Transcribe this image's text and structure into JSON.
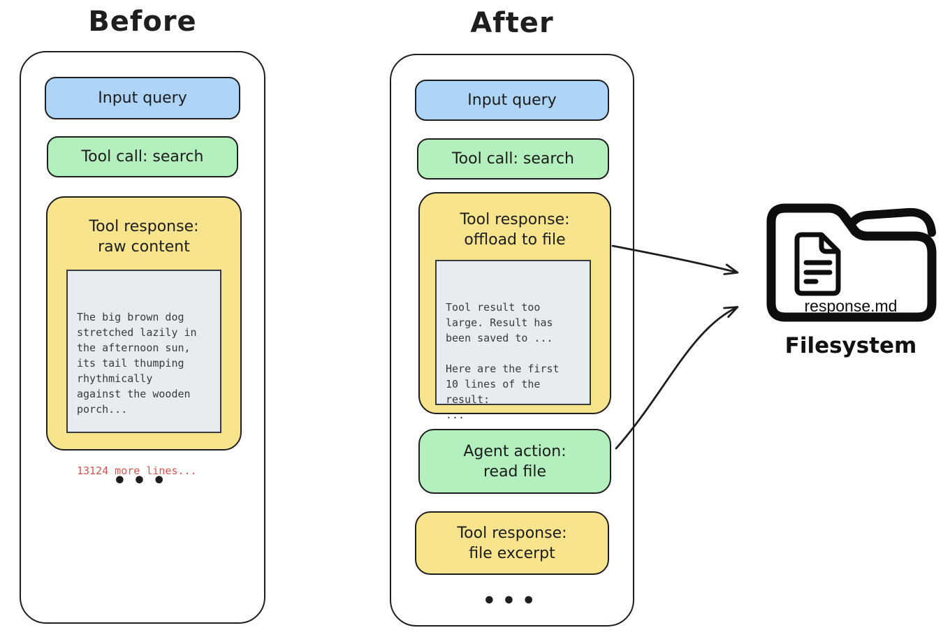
{
  "before": {
    "title": "Before",
    "input_query": "Input query",
    "tool_call": "Tool call: search",
    "tool_response_label": "Tool response:\nraw content",
    "raw_content": "The big brown dog\nstretched lazily in\nthe afternoon sun,\nits tail thumping\nrhythmically\nagainst the wooden\nporch...",
    "truncation_note": "13124 more lines...",
    "ellipsis": "•••"
  },
  "after": {
    "title": "After",
    "input_query": "Input query",
    "tool_call": "Tool call: search",
    "tool_response_label": "Tool response:\noffload to file",
    "offload_message": "Tool result too\nlarge. Result has\nbeen saved to ...\n\nHere are the first\n10 lines of the\nresult:\n...",
    "agent_action_label": "Agent action:\nread file",
    "file_excerpt_label": "Tool response:\nfile excerpt",
    "ellipsis": "•••"
  },
  "filesystem": {
    "file_name": "response.md",
    "label": "Filesystem"
  },
  "colors": {
    "input_blue": "#aed5f7",
    "action_green": "#b4efbe",
    "response_yellow": "#f9e48e",
    "code_gray": "#e9ecef",
    "stroke_dark": "#1e1e1e",
    "truncation_red": "#d9534f"
  }
}
